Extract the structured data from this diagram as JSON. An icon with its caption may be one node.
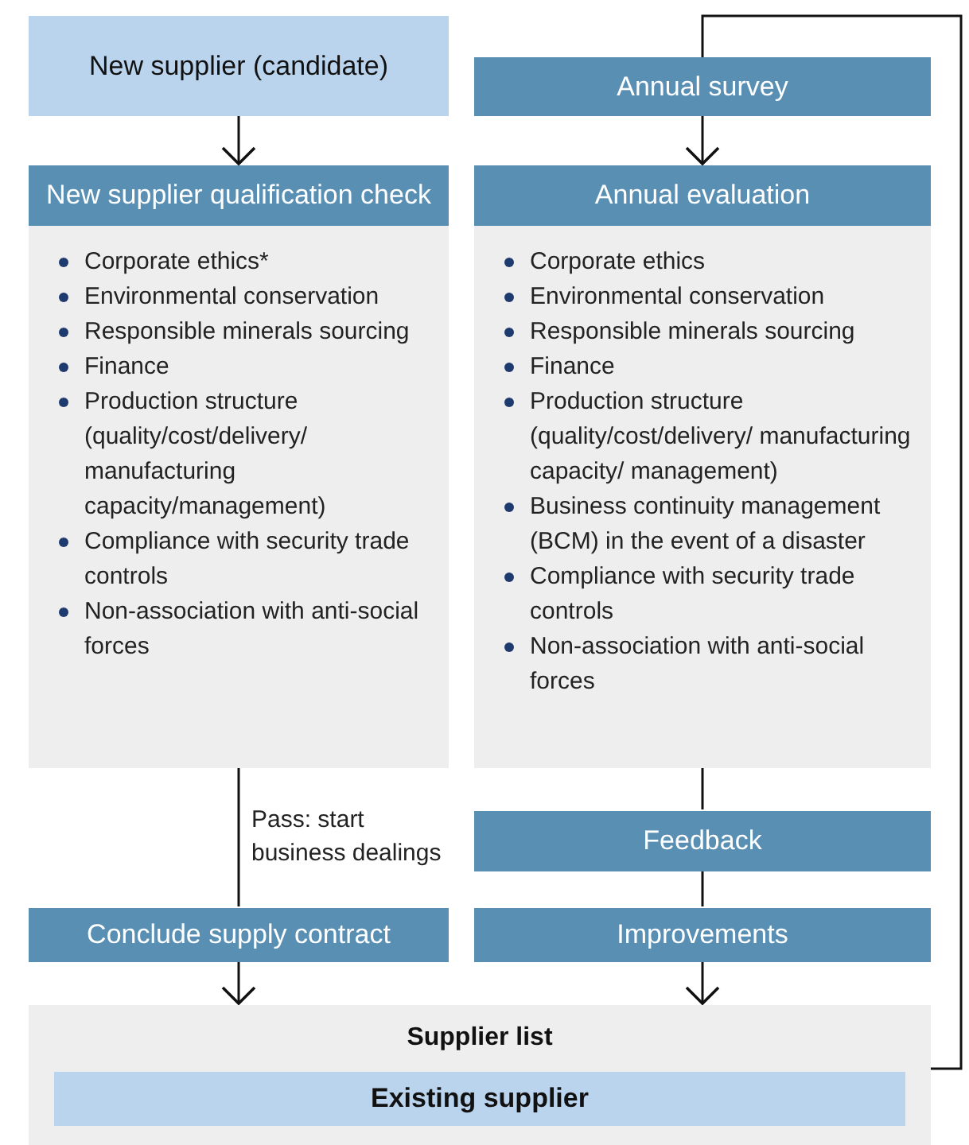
{
  "diagram": {
    "nodes": [
      {
        "text": [
          "New supplier (candidate)"
        ]
      },
      {
        "text": [
          "New supplier qualification check"
        ]
      },
      {
        "text": [
          "Corporate ethics*",
          "Environmental conservation",
          "Responsible minerals sourcing",
          "Finance",
          "Production structure (quality/cost/delivery/ manufacturing capacity/management)",
          "Compliance with security trade controls",
          "Non-association with anti-social forces"
        ]
      },
      {
        "text": [
          "Annual survey"
        ]
      },
      {
        "text": [
          "Annual evaluation"
        ]
      },
      {
        "text": [
          "Corporate ethics",
          "Environmental conservation",
          "Responsible minerals sourcing",
          "Finance",
          "Production structure (quality/cost/delivery/ manufacturing capacity/ management)",
          "Business continuity management (BCM) in the event of a disaster",
          "Compliance with security trade controls",
          "Non-association with anti-social forces"
        ]
      },
      {
        "text": [
          "Feedback"
        ]
      },
      {
        "text": [
          "Conclude supply contract"
        ]
      },
      {
        "text": [
          "Improvements"
        ]
      },
      {
        "text": [
          "Supplier list"
        ]
      },
      {
        "text": [
          "Existing supplier"
        ],
        "in": 9
      }
    ],
    "edges": [
      {
        "from": 0,
        "to": 1,
        "arrow": "to"
      },
      {
        "from": 3,
        "to": 4,
        "arrow": "to"
      },
      {
        "from": 2,
        "to": 7,
        "arrow": "none",
        "label": "Pass: start business dealings"
      },
      {
        "from": 5,
        "to": 6,
        "arrow": "none"
      },
      {
        "from": 6,
        "to": 8,
        "arrow": "none"
      },
      {
        "from": 7,
        "to": 9,
        "arrow": "to"
      },
      {
        "from": 8,
        "to": 9,
        "arrow": "to"
      },
      {
        "from": 9,
        "to": 3,
        "arrow": "none"
      }
    ]
  }
}
